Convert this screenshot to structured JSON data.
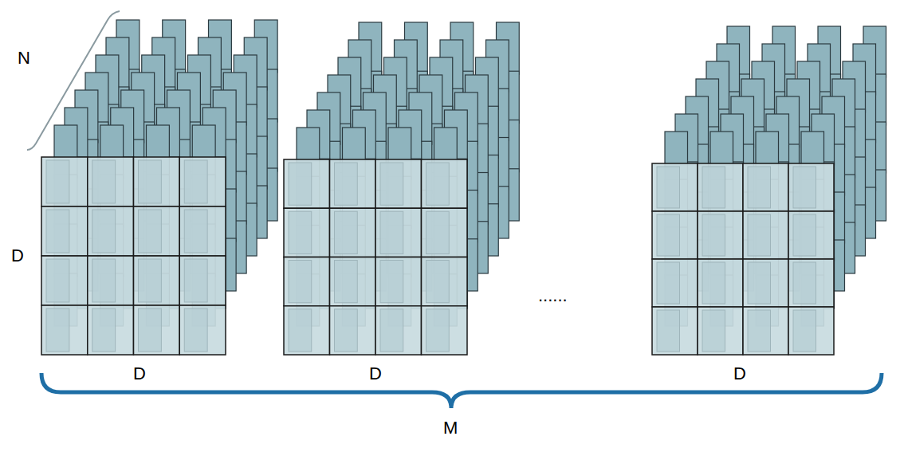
{
  "diagram": {
    "labels": [
      "N",
      "D",
      "D",
      "D",
      "D",
      "......",
      "M"
    ]
  }
}
